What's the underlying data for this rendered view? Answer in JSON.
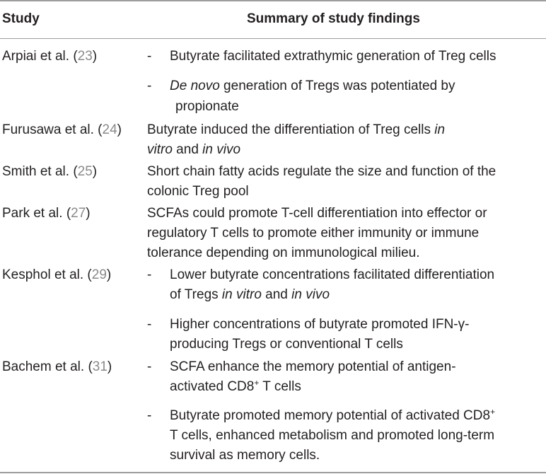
{
  "header": {
    "study": "Study",
    "summary": "Summary of study findings"
  },
  "rows": [
    {
      "author": "Arpiai et al.",
      "ref": "23",
      "dash1": "-",
      "b1": "Butyrate facilitated extrathymic generation of Treg cells",
      "dash2": "-",
      "b2_it": "De novo",
      "b2_rest": " generation of Tregs was potentiated by",
      "b2_cont": "propionate"
    },
    {
      "author": "Furusawa et al.",
      "ref": "24",
      "l1_pre": "Butyrate induced the differentiation of Treg cells ",
      "l1_it": "in",
      "l2_it1": "vitro",
      "l2_mid": " and ",
      "l2_it2": "in vivo"
    },
    {
      "author": "Smith et al.",
      "ref": "25",
      "l1": "Short chain fatty acids regulate the size and function of the",
      "l2": "colonic Treg pool"
    },
    {
      "author": "Park et al.",
      "ref": "27",
      "l1": "SCFAs could promote T-cell differentiation into effector or",
      "l2": "regulatory T cells to promote either immunity or immune",
      "l3": "tolerance depending on immunological milieu."
    },
    {
      "author": "Kesphol et al.",
      "ref": "29",
      "dash1": "-",
      "b1_l1": "Lower butyrate concentrations facilitated differentiation",
      "b1_l2_pre": "of Tregs ",
      "b1_l2_it1": "in vitro",
      "b1_l2_mid": " and ",
      "b1_l2_it2": "in vivo",
      "dash2": "-",
      "b2_l1": "Higher concentrations of butyrate promoted IFN-γ-",
      "b2_l2": "producing Tregs or conventional T cells"
    },
    {
      "author": "Bachem et al.",
      "ref": "31",
      "dash1": "-",
      "b1_l1": "SCFA enhance the memory potential of antigen-",
      "b1_l2_pre": "activated CD8",
      "b1_l2_sup": "+",
      "b1_l2_post": " T cells",
      "dash2": "-",
      "b2_l1_pre": "Butyrate promoted memory potential of activated CD8",
      "b2_l1_sup": "+",
      "b2_l2": "T cells, enhanced metabolism and promoted long-term",
      "b2_l3": "survival as memory cells."
    }
  ]
}
